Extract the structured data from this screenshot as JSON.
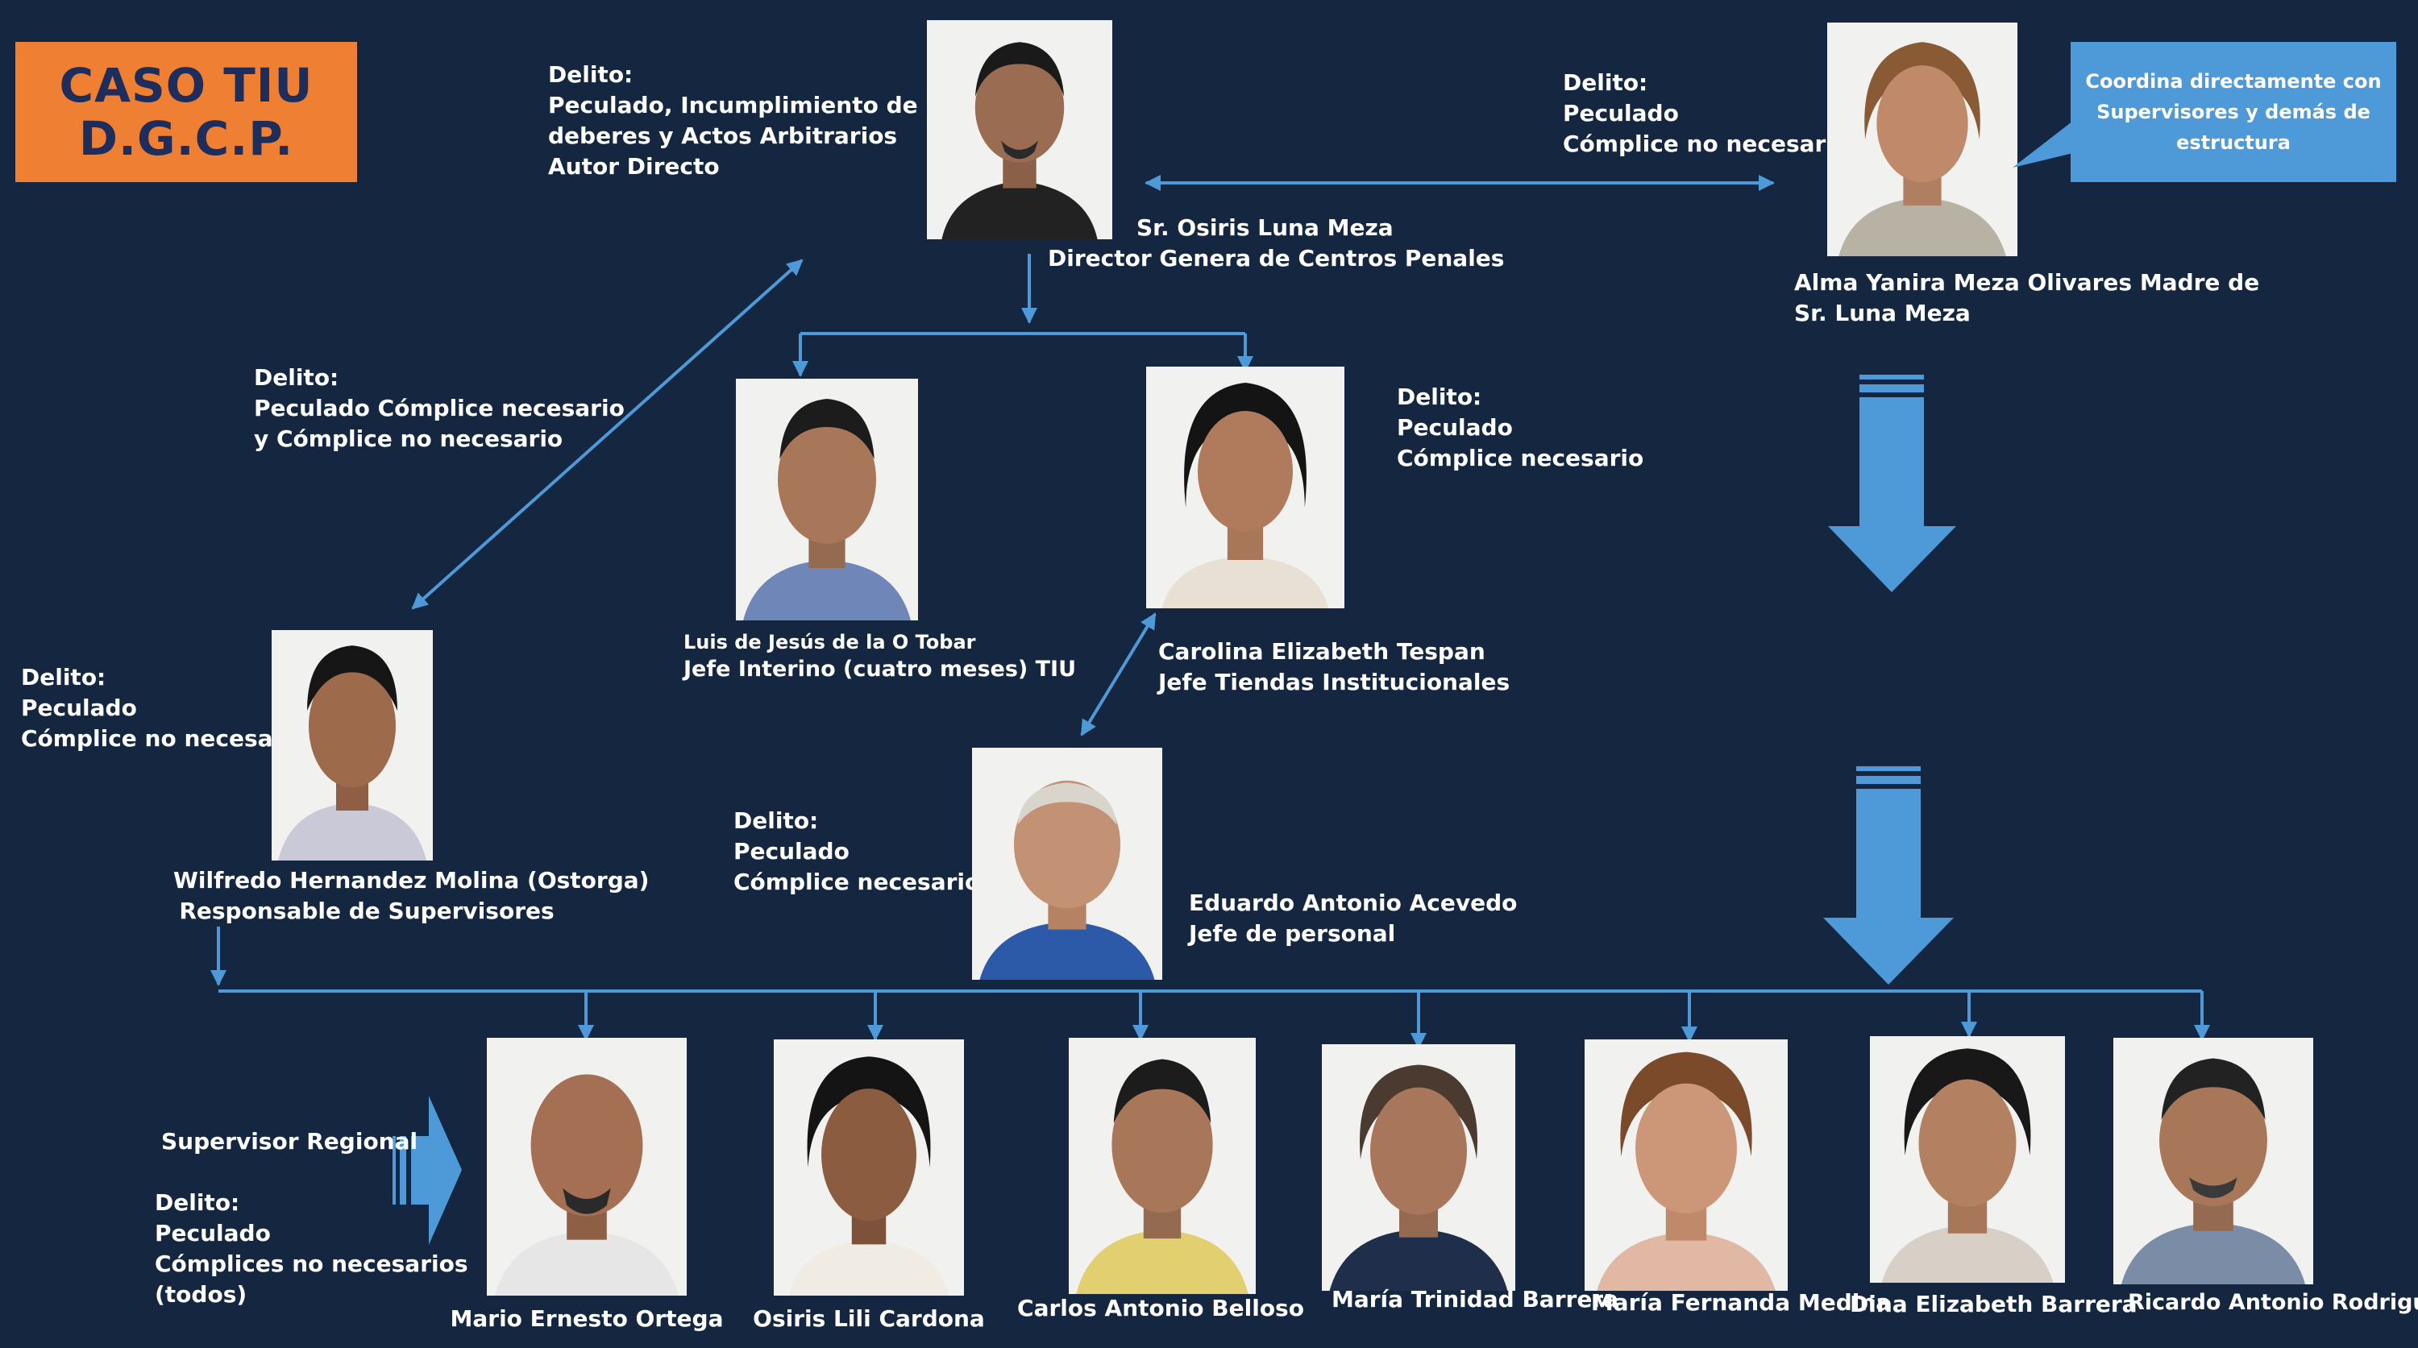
{
  "title": {
    "line1": "CASO TIU",
    "line2": "D.G.C.P."
  },
  "colors": {
    "background": "#152740",
    "title_box": "#ef7f33",
    "title_text": "#1d2d5c",
    "accent": "#4e9ad8",
    "text": "#ffffff"
  },
  "director": {
    "delito": [
      "Delito:",
      "Peculado, Incumplimiento de",
      "deberes y Actos Arbitrarios",
      "Autor Directo"
    ],
    "caption": [
      "Sr. Osiris Luna Meza",
      "Director Genera de Centros Penales"
    ]
  },
  "madre": {
    "delito": [
      "Delito:",
      "Peculado",
      "Cómplice no necesario"
    ],
    "caption": [
      "Alma Yanira Meza Olivares Madre de",
      "Sr. Luna Meza"
    ],
    "callout": [
      "Coordina  directamente con",
      "Supervisores y demás de",
      "estructura"
    ]
  },
  "wilfredo_link": {
    "delito": [
      "Delito:",
      "Peculado Cómplice necesario",
      "y Cómplice no necesario"
    ]
  },
  "luis": {
    "caption": [
      "Luis de Jesús de la O Tobar",
      "Jefe  Interino (cuatro meses) TIU"
    ]
  },
  "carolina": {
    "delito": [
      "Delito:",
      "Peculado",
      "Cómplice  necesario"
    ],
    "caption": [
      "Carolina Elizabeth Tespan",
      "Jefe Tiendas Institucionales"
    ]
  },
  "wilfredo": {
    "delito": [
      "Delito:",
      "Peculado",
      "Cómplice no necesario"
    ],
    "caption": [
      "Wilfredo Hernandez Molina (Ostorga)",
      "Responsable de Supervisores"
    ]
  },
  "eduardo": {
    "delito": [
      "Delito:",
      "Peculado",
      "Cómplice   necesario"
    ],
    "caption": [
      "Eduardo Antonio Acevedo",
      "Jefe de personal"
    ]
  },
  "supervisores": {
    "heading": "Supervisor Regional",
    "delito": [
      "Delito:",
      "Peculado",
      "Cómplices no necesarios",
      "(todos)"
    ],
    "people": [
      "Mario Ernesto Ortega",
      "Osiris Lili Cardona",
      "Carlos Antonio Belloso",
      "María Trinidad Barrera",
      "María Fernanda Medina",
      "Dina Elizabeth Barrera",
      "Ricardo Antonio Rodriguez"
    ]
  }
}
